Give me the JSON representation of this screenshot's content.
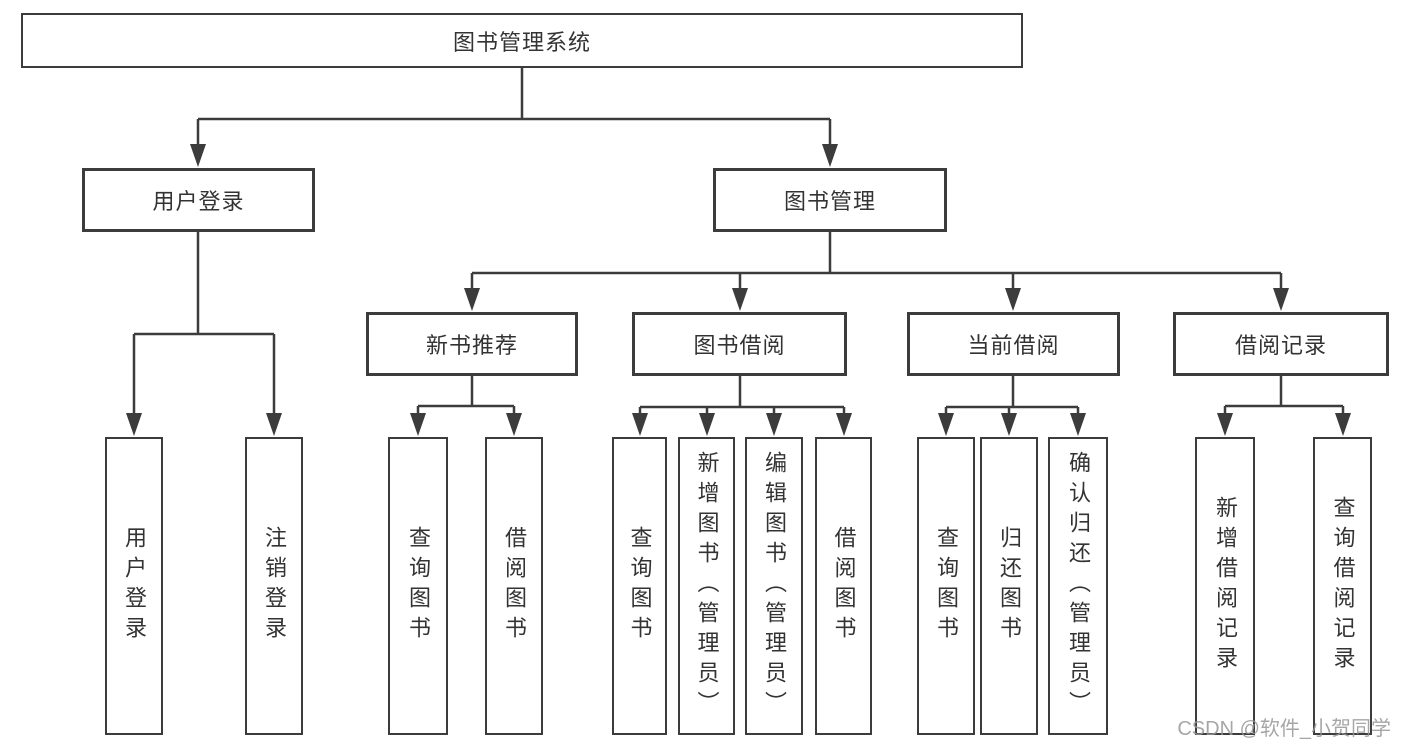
{
  "diagram": {
    "title": "图书管理系统",
    "nodes": {
      "root": {
        "label": "图书管理系统"
      },
      "user_login": {
        "label": "用户登录"
      },
      "book_mgmt": {
        "label": "图书管理"
      },
      "new_book_rec": {
        "label": "新书推荐"
      },
      "book_borrow": {
        "label": "图书借阅"
      },
      "current_borrow": {
        "label": "当前借阅"
      },
      "borrow_records": {
        "label": "借阅记录"
      },
      "leaf_user_login": {
        "label": "用户登录"
      },
      "leaf_logout_login": {
        "label": "注销登录"
      },
      "leaf_query_book_rec": {
        "label": "查询图书"
      },
      "leaf_borrow_book_rec": {
        "label": "借阅图书"
      },
      "leaf_query_book_bor": {
        "label": "查询图书"
      },
      "leaf_add_book": {
        "label": "新增图书（管理员）"
      },
      "leaf_edit_book": {
        "label": "编辑图书（管理员）"
      },
      "leaf_borrow_book_bor": {
        "label": "借阅图书"
      },
      "leaf_query_book_cur": {
        "label": "查询图书"
      },
      "leaf_return_book": {
        "label": "归还图书"
      },
      "leaf_confirm_return": {
        "label": "确认归还（管理员）"
      },
      "leaf_add_borrow_record": {
        "label": "新增借阅记录"
      },
      "leaf_query_borrow_record": {
        "label": "查询借阅记录"
      }
    },
    "line_color": "#3c3c3c"
  },
  "watermark": {
    "text": "CSDN @软件_小贺同学"
  }
}
